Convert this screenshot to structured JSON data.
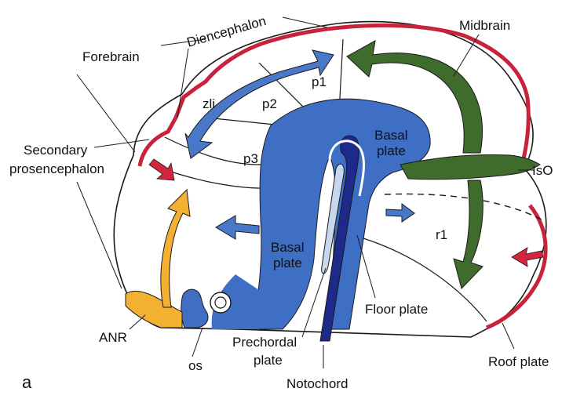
{
  "panel_label": "a",
  "labels": {
    "forebrain": "Forebrain",
    "diencephalon": "Diencephalon",
    "midbrain": "Midbrain",
    "secondary_prosencephalon_1": "Secondary",
    "secondary_prosencephalon_2": "prosencephalon",
    "p1": "p1",
    "p2": "p2",
    "p3": "p3",
    "zli": "zli",
    "basal_plate_upper_1": "Basal",
    "basal_plate_upper_2": "plate",
    "basal_plate_lower_1": "Basal",
    "basal_plate_lower_2": "plate",
    "iso": "IsO",
    "r1": "r1",
    "floor_plate": "Floor plate",
    "roof_plate": "Roof plate",
    "prechordal_plate_1": "Prechordal",
    "prechordal_plate_2": "plate",
    "notochord": "Notochord",
    "anr": "ANR",
    "os": "os"
  },
  "colors": {
    "roof_plate": "#c8233c",
    "basal_plate": "#3f6fc4",
    "midbrain_signal": "#3f6b2c",
    "anr": "#f2b132",
    "notochord": "#1e2a8a",
    "prechordal": "#c7d8ee",
    "red_arrow": "#d3263d",
    "outline": "#1a1a1a"
  }
}
